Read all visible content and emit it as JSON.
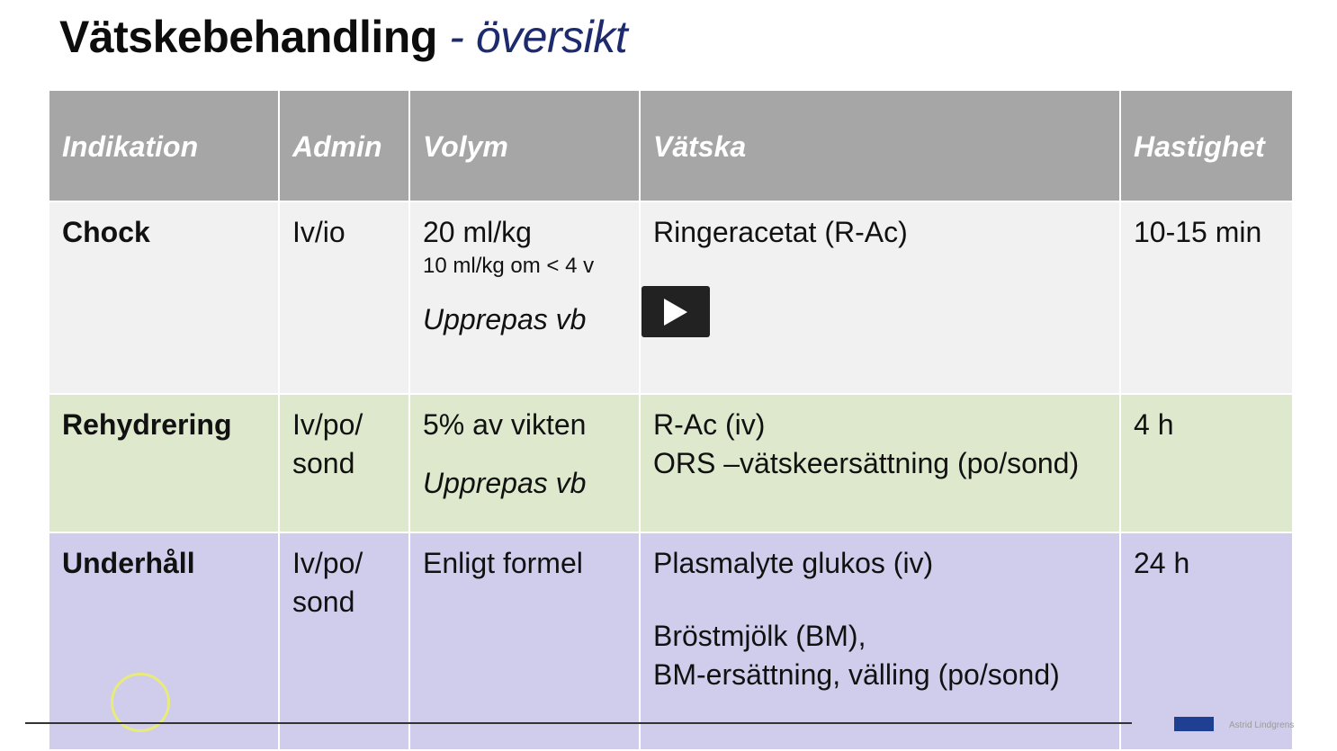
{
  "slide": {
    "title_main": "Vätskebehandling",
    "title_sub": "- översikt"
  },
  "table": {
    "headers": [
      "Indikation",
      "Admin",
      "Volym",
      "Vätska",
      "Hastighet"
    ],
    "rows": [
      {
        "indikation": "Chock",
        "admin": "Iv/io",
        "volym": "20 ml/kg",
        "volym_note": "10 ml/kg om < 4 v",
        "volym_extra": "Upprepas vb",
        "vatska": [
          "Ringeracetat (R-Ac)"
        ],
        "hastighet": "10-15 min",
        "color": "#f1f1f1"
      },
      {
        "indikation": "Rehydrering",
        "admin": [
          "Iv/po/",
          "sond"
        ],
        "volym": "5% av vikten",
        "volym_extra": "Upprepas vb",
        "vatska": [
          "R-Ac (iv)",
          "ORS –vätskeersättning (po/sond)"
        ],
        "hastighet": "4 h",
        "color": "#dde8cc"
      },
      {
        "indikation": "Underhåll",
        "admin": [
          "Iv/po/",
          "sond"
        ],
        "volym": "Enligt formel",
        "vatska": [
          "Plasmalyte glukos (iv)",
          "Bröstmjölk (BM),",
          "BM-ersättning, välling (po/sond)"
        ],
        "hastighet": "24 h",
        "color": "#d0cdec"
      }
    ]
  },
  "player": {
    "play_icon": "play-icon"
  },
  "footer": {
    "logo_text": "Astrid Lindgrens"
  },
  "colors": {
    "header_bg": "#a6a6a6",
    "title_sub": "#1d2a6e",
    "logo": "#1f3f93"
  }
}
